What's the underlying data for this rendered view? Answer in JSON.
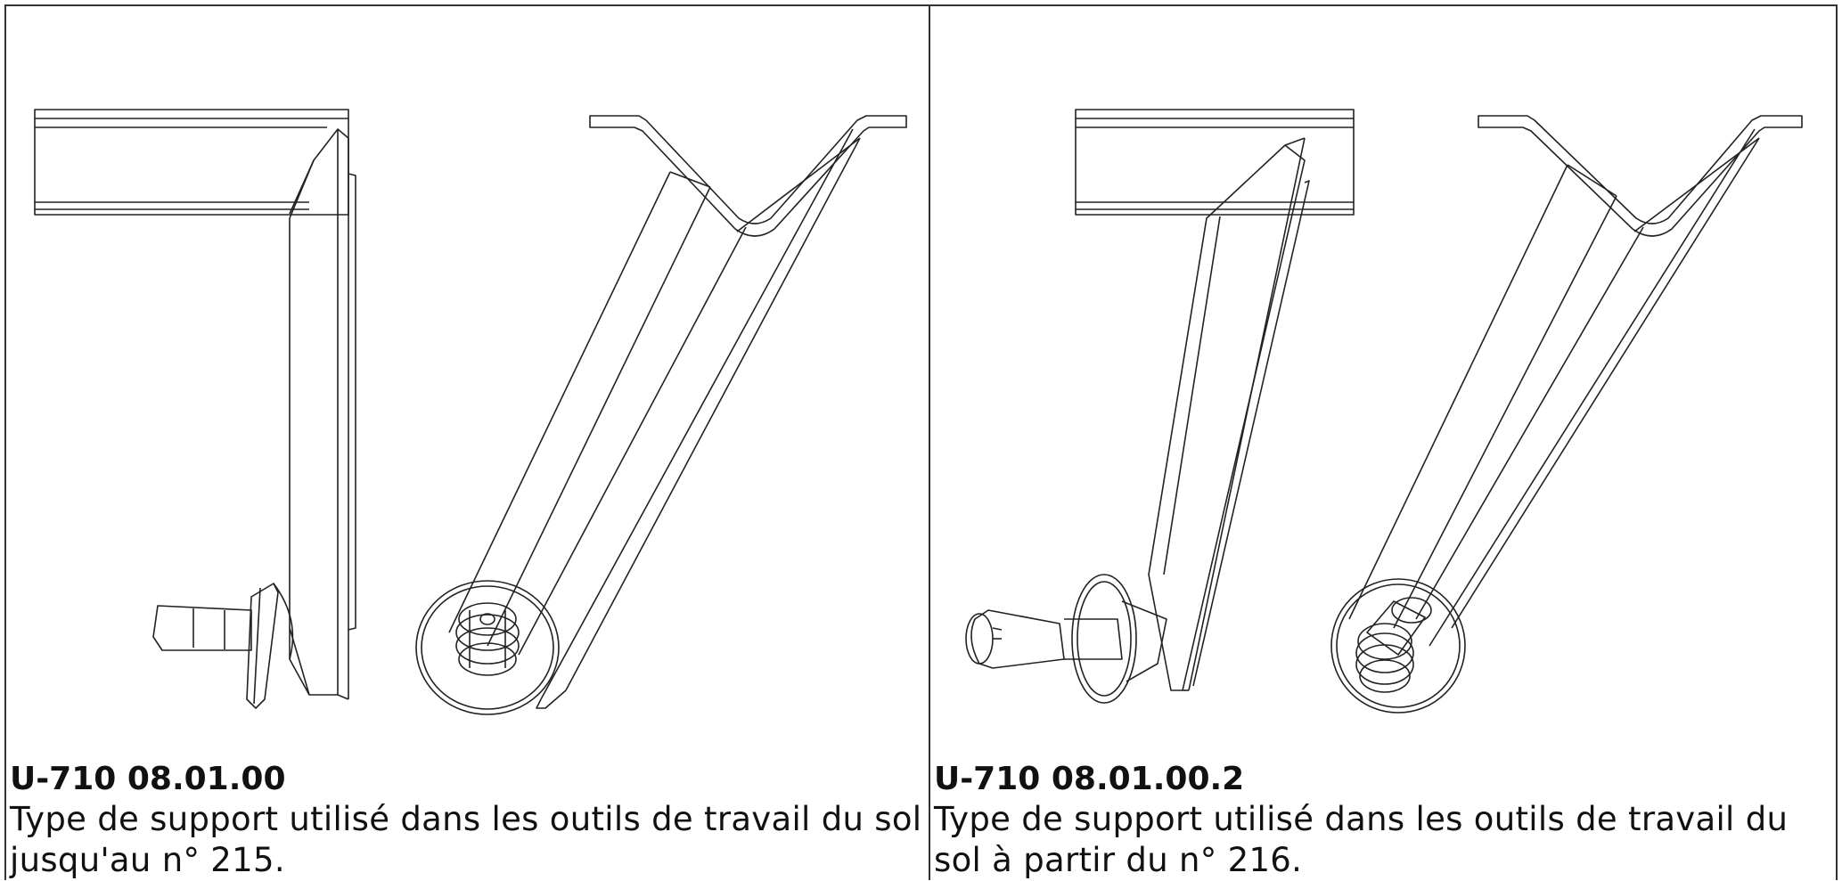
{
  "panels": [
    {
      "code": "U-710 08.01.00",
      "description": "Type de support utilisé dans les outils de travail du sol jusqu'au n° 215."
    },
    {
      "code": "U-710 08.01.00.2",
      "description": "Type de support utilisé dans les outils de travail du sol à partir du n° 216."
    }
  ],
  "colors": {
    "line": "#222222",
    "frame": "#333333",
    "background": "#ffffff"
  }
}
